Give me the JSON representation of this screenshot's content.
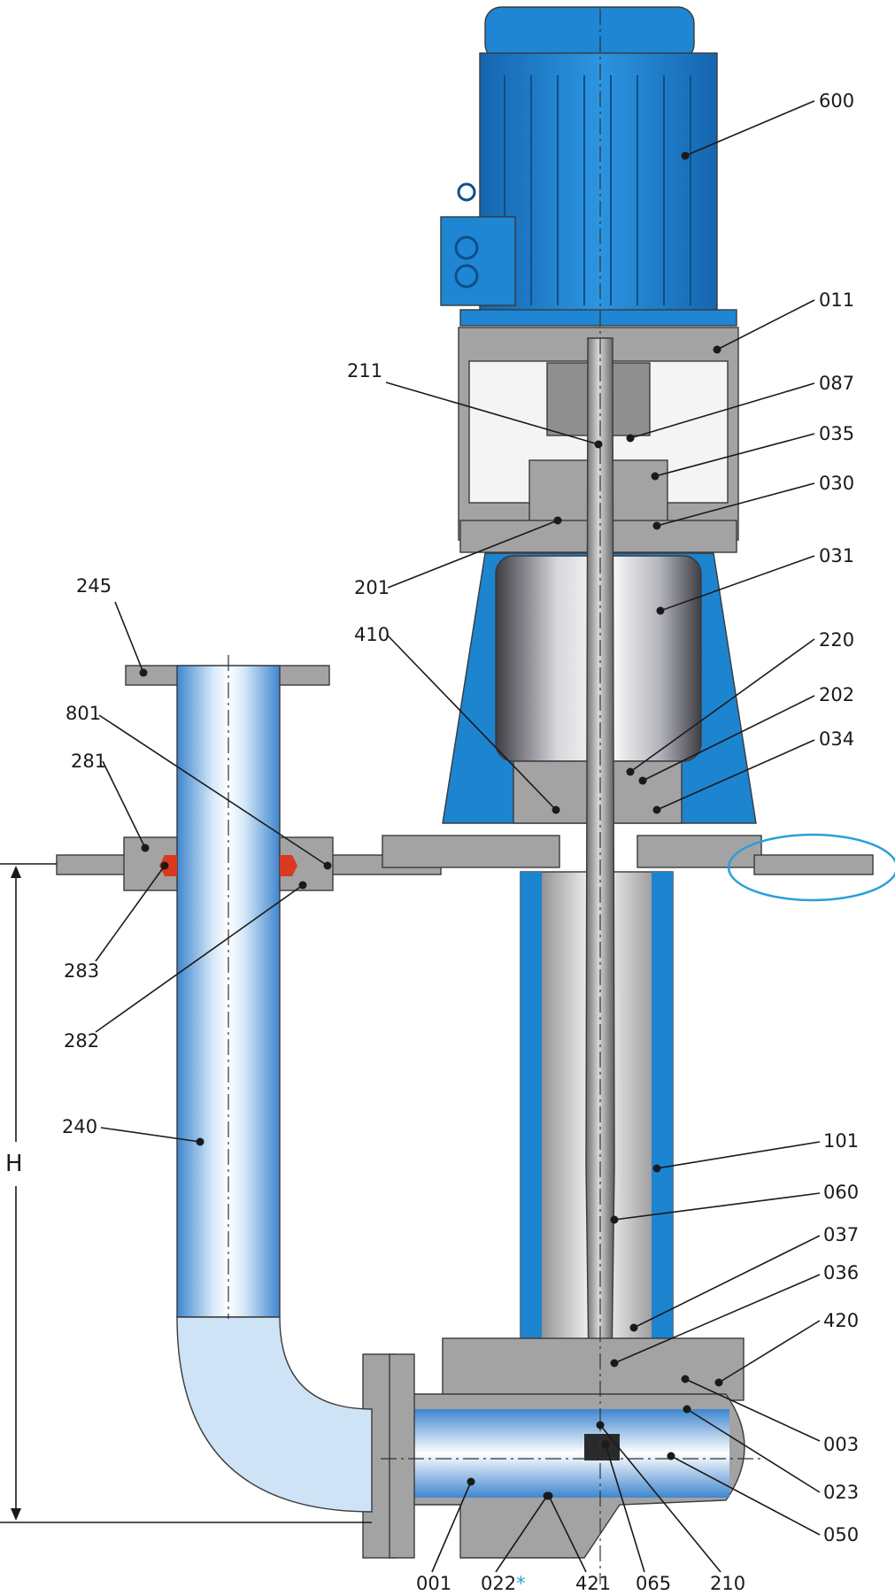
{
  "labels": {
    "l600": "600",
    "l011": "011",
    "l211": "211",
    "l087": "087",
    "l035": "035",
    "l030": "030",
    "l201": "201",
    "l031": "031",
    "l245": "245",
    "l410": "410",
    "l220": "220",
    "l202": "202",
    "l801": "801",
    "l281": "281",
    "l034": "034",
    "l283": "283",
    "l282": "282",
    "l240": "240",
    "lH": "H",
    "l101": "101",
    "l060": "060",
    "l037": "037",
    "l036": "036",
    "l420": "420",
    "l003": "003",
    "l023": "023",
    "l050": "050",
    "l001": "001",
    "l022": "022",
    "l022_mark": "*",
    "l421": "421",
    "l065": "065",
    "l210": "210"
  },
  "colors": {
    "motor_blue": "#1e86d3",
    "lantern_blue": "#1d84d0",
    "steel_gray": "#a3a3a3",
    "seal_red": "#d9391f",
    "highlight_ring": "#2aa0d8",
    "asterisk": "#2aa0d8"
  }
}
